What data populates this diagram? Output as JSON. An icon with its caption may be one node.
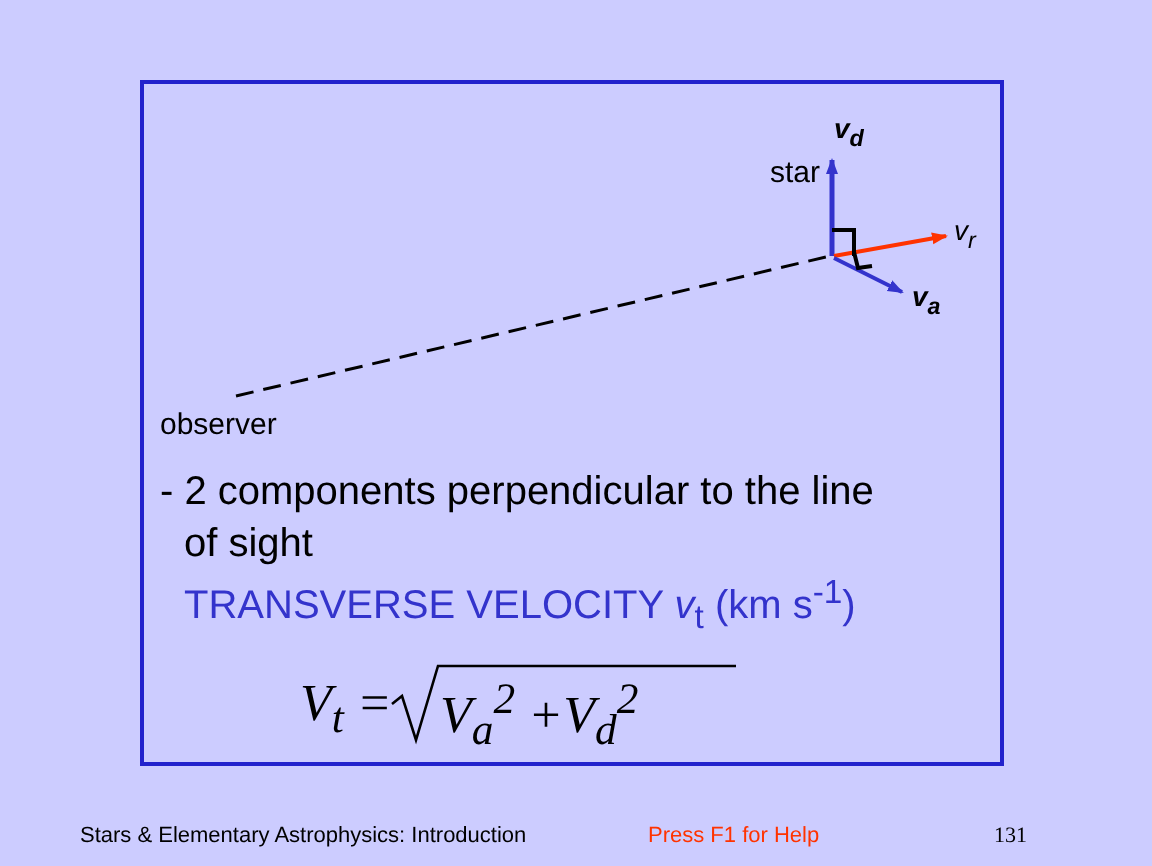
{
  "diagram": {
    "nodes": [
      {
        "text": [
          "observer"
        ]
      },
      {
        "text": [
          "star"
        ]
      }
    ],
    "edges": [
      {
        "from": 0,
        "to": 1,
        "arrow": "none",
        "style": "dashed"
      }
    ],
    "labels": [
      "v$_{d}$",
      "v$_{r}$",
      "v$_{a}$",
      "- 2 components perpendicular to the line of sight",
      "TRANSVERSE VELOCITY *v*$_{t}$ (km s$^{-1}$)",
      "V$_{t}$ =",
      "V$_{a}$$^{2}$ +V$_{d}$$^{2}$",
      "Stars & Elementary Astrophysics: Introduction",
      "Press F1 for Help",
      "131"
    ]
  }
}
